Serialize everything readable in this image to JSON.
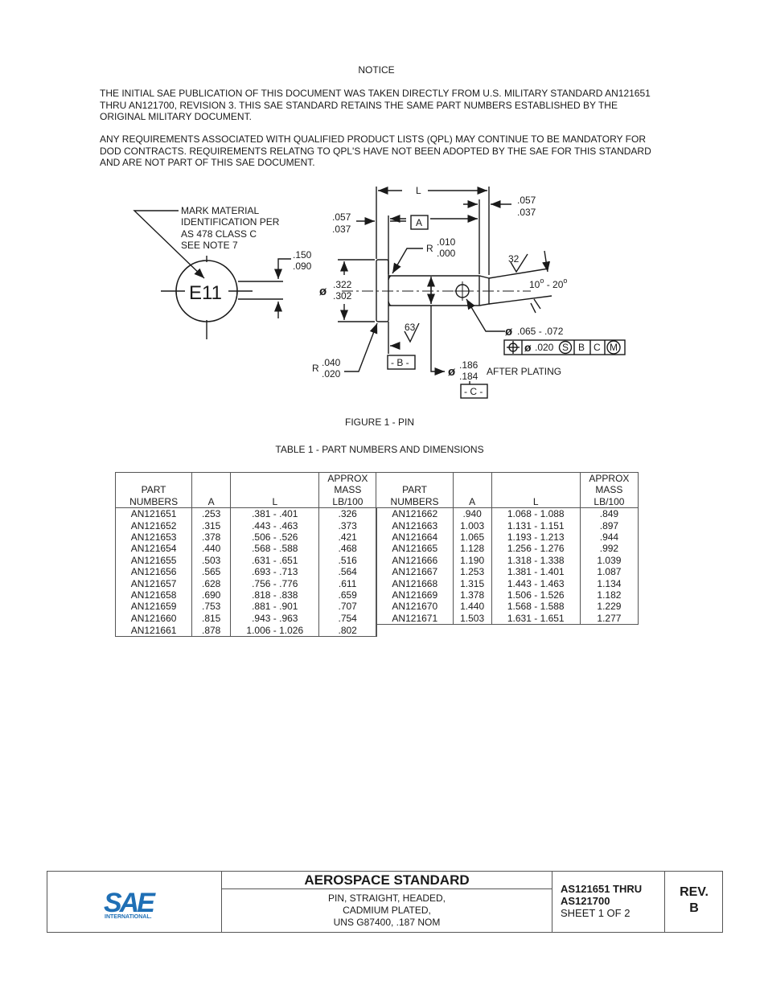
{
  "notice": {
    "title": "NOTICE",
    "para1": "THE INITIAL SAE PUBLICATION OF THIS DOCUMENT WAS TAKEN DIRECTLY FROM U.S. MILITARY STANDARD AN121651 THRU AN121700, REVISION 3. THIS SAE STANDARD RETAINS THE SAME PART NUMBERS ESTABLISHED BY THE ORIGINAL MILITARY DOCUMENT.",
    "para2": "ANY REQUIREMENTS ASSOCIATED WITH QUALIFIED PRODUCT LISTS (QPL) MAY CONTINUE TO BE MANDATORY FOR DOD CONTRACTS.  REQUIREMENTS RELATNG TO QPL'S HAVE NOT BEEN ADOPTED BY THE SAE FOR THIS STANDARD AND ARE NOT PART OF THIS SAE DOCUMENT."
  },
  "figure": {
    "caption": "FIGURE 1 - PIN",
    "mark_l1": "MARK MATERIAL",
    "mark_l2": "IDENTIFICATION PER",
    "mark_l3": "AS 478 CLASS C",
    "mark_l4": "SEE NOTE 7",
    "marking": "E11",
    "head_h_hi": ".150",
    "head_h_lo": ".090",
    "L": "L",
    "A": "A",
    "head_t_hi": ".057",
    "head_t_lo": ".037",
    "end_hi": ".057",
    "end_lo": ".037",
    "r_small_hi": ".010",
    "r_small_lo": ".000",
    "R": "R",
    "diam_sym": "ø",
    "head_d_hi": ".322",
    "head_d_lo": ".302",
    "finish_32": "32",
    "angle_a": "10",
    "angle_b": "20",
    "angle_dash": " - ",
    "deg": "o",
    "finish_63": "63",
    "hole": ".065 - .072",
    "fcf_tol": ".020",
    "fcf_s": "S",
    "fcf_b": "B",
    "fcf_c": "C",
    "fcf_m": "M",
    "r_large_hi": ".040",
    "r_large_lo": ".020",
    "datum_b": "- B -",
    "shank_hi": ".186",
    "shank_lo": ".184",
    "after_plating": "AFTER PLATING",
    "datum_c": "- C -"
  },
  "table": {
    "caption": "TABLE 1 - PART NUMBERS AND DIMENSIONS",
    "h_part1": "PART",
    "h_part2": "NUMBERS",
    "h_a": "A",
    "h_l": "L",
    "h_mass1": "APPROX",
    "h_mass2": "MASS",
    "h_mass3": "LB/100",
    "rows": [
      {
        "p1": "AN121651",
        "a1": ".253",
        "l1": ".381 -  .401",
        "m1": ".326",
        "p2": "AN121662",
        "a2": ".940",
        "l2": "1.068 -  1.088",
        "m2": ".849"
      },
      {
        "p1": "AN121652",
        "a1": ".315",
        "l1": ".443 -  .463",
        "m1": ".373",
        "p2": "AN121663",
        "a2": "1.003",
        "l2": "1.131 -  1.151",
        "m2": ".897"
      },
      {
        "p1": "AN121653",
        "a1": ".378",
        "l1": ".506 -  .526",
        "m1": ".421",
        "p2": "AN121664",
        "a2": "1.065",
        "l2": "1.193 -  1.213",
        "m2": ".944"
      },
      {
        "p1": "",
        "a1": "",
        "l1": "",
        "m1": "",
        "p2": "",
        "a2": "",
        "l2": "",
        "m2": ""
      },
      {
        "p1": "AN121654",
        "a1": ".440",
        "l1": ".568 -  .588",
        "m1": ".468",
        "p2": "AN121665",
        "a2": "1.128",
        "l2": "1.256 -  1.276",
        "m2": ".992"
      },
      {
        "p1": "AN121655",
        "a1": ".503",
        "l1": ".631 -  .651",
        "m1": ".516",
        "p2": "AN121666",
        "a2": "1.190",
        "l2": "1.318 -  1.338",
        "m2": "1.039"
      },
      {
        "p1": "AN121656",
        "a1": ".565",
        "l1": ".693 -  .713",
        "m1": ".564",
        "p2": "AN121667",
        "a2": "1.253",
        "l2": "1.381 -  1.401",
        "m2": "1.087"
      },
      {
        "p1": "",
        "a1": "",
        "l1": "",
        "m1": "",
        "p2": "",
        "a2": "",
        "l2": "",
        "m2": ""
      },
      {
        "p1": "AN121657",
        "a1": ".628",
        "l1": ".756 -  .776",
        "m1": ".611",
        "p2": "AN121668",
        "a2": "1.315",
        "l2": "1.443 -  1.463",
        "m2": "1.134"
      },
      {
        "p1": "AN121658",
        "a1": ".690",
        "l1": ".818 -  .838",
        "m1": ".659",
        "p2": "AN121669",
        "a2": "1.378",
        "l2": "1.506 -  1.526",
        "m2": "1.182"
      },
      {
        "p1": "AN121659",
        "a1": ".753",
        "l1": ".881 -  .901",
        "m1": ".707",
        "p2": "AN121670",
        "a2": "1.440",
        "l2": "1.568 -  1.588",
        "m2": "1.229"
      },
      {
        "p1": "",
        "a1": "",
        "l1": "",
        "m1": "",
        "p2": "",
        "a2": "",
        "l2": "",
        "m2": ""
      },
      {
        "p1": "AN121660",
        "a1": ".815",
        "l1": ".943 -  .963",
        "m1": ".754",
        "p2": "AN121671",
        "a2": "1.503",
        "l2": "1.631 -  1.651",
        "m2": "1.277"
      },
      {
        "p1": "AN121661",
        "a1": ".878",
        "l1": "1.006 - 1.026",
        "m1": ".802",
        "p2": "",
        "a2": "",
        "l2": "",
        "m2": ""
      }
    ]
  },
  "footer": {
    "logo_text": "SAE",
    "logo_sub": "INTERNATIONAL.",
    "standard": "AEROSPACE STANDARD",
    "desc1": "PIN, STRAIGHT, HEADED,",
    "desc2": "CADMIUM PLATED,",
    "desc3": "UNS G87400, .187 NOM",
    "doc1": "AS121651 THRU",
    "doc2": "AS121700",
    "sheet": "SHEET 1 OF 2",
    "rev1": "REV.",
    "rev2": "B",
    "logo_color": "#1f6fb5"
  }
}
